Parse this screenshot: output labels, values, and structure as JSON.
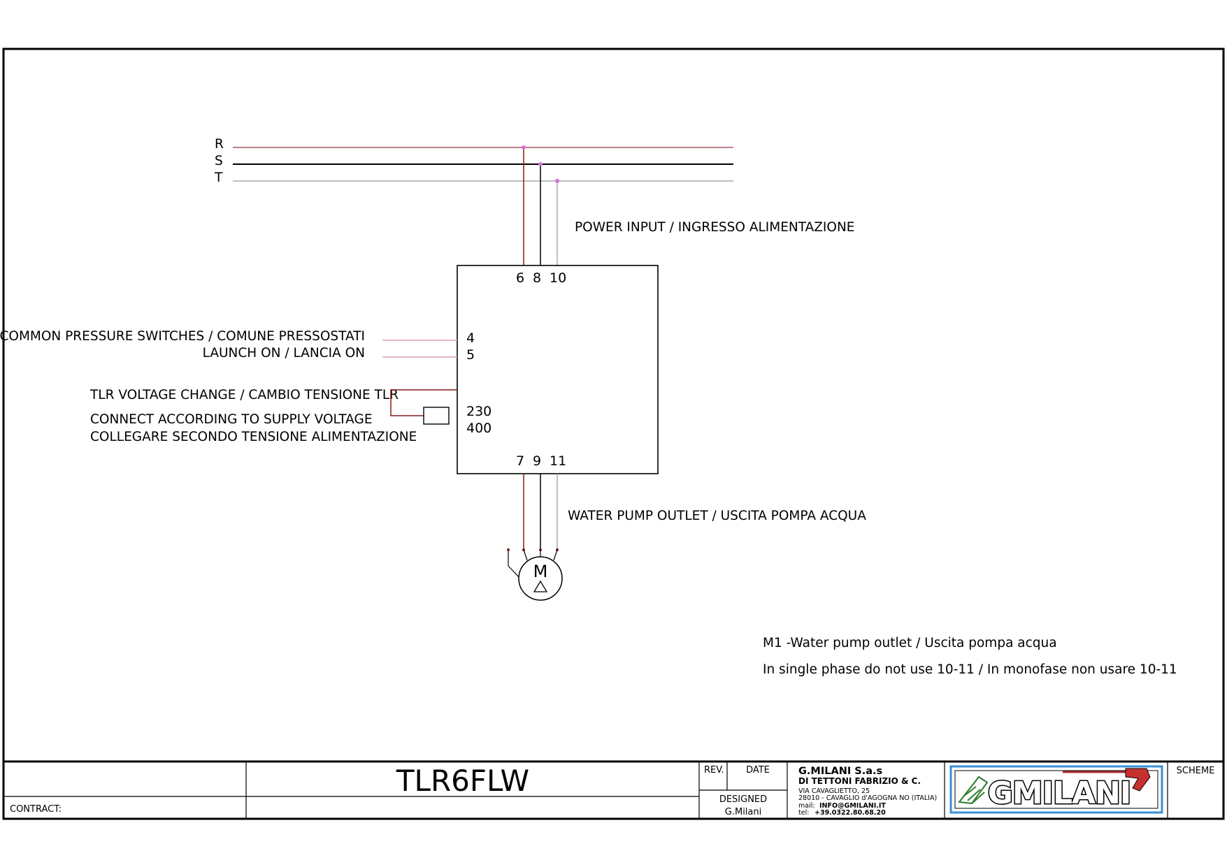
{
  "colors": {
    "phase_r": "#a05a64",
    "phase_s": "#000000",
    "phase_t": "#a8a8a8",
    "junction": "#d870d8",
    "signal": "#e0a0b0",
    "dark_red": "#8b1a1a",
    "logo_frame": "#3a8fd8"
  },
  "phases": {
    "r": "R",
    "s": "S",
    "t": "T"
  },
  "labels": {
    "power_input": "POWER INPUT / INGRESSO ALIMENTAZIONE",
    "common_pressure": "COMMON PRESSURE SWITCHES / COMUNE PRESSOSTATI",
    "launch_on": "LAUNCH ON / LANCIA ON",
    "voltage_change": "TLR VOLTAGE CHANGE / CAMBIO TENSIONE TLR",
    "connect_en": "CONNECT ACCORDING TO SUPPLY VOLTAGE",
    "connect_it": "COLLEGARE SECONDO TENSIONE ALIMENTAZIONE",
    "water_pump_outlet": "WATER PUMP OUTLET / USCITA POMPA ACQUA"
  },
  "terminals": {
    "t6": "6",
    "t8": "8",
    "t10": "10",
    "t4": "4",
    "t5": "5",
    "v230": "230",
    "v400": "400",
    "t7": "7",
    "t9": "9",
    "t11": "11"
  },
  "motor": {
    "letter": "M"
  },
  "notes": {
    "m1": "M1 -Water pump outlet / Uscita pompa acqua",
    "single_phase": "In single phase do not use 10-11 / In monofase non usare 10-11"
  },
  "title_block": {
    "contract_label": "CONTRACT:",
    "drawing_title": "TLR6FLW",
    "rev_label": "REV.",
    "date_label": "DATE",
    "designed_label": "DESIGNED",
    "designed_by": "G.Milani",
    "company_name": "G.MILANI S.a.s",
    "company_sub": "DI TETTONI FABRIZIO & C.",
    "address_1": "VIA CAVAGLIETTO, 25",
    "address_2": "28010 - CAVAGLIO d'AGOGNA NO (ITALIA)",
    "mail_label": "mail:",
    "mail_value": "INFO@GMILANI.IT",
    "tel_label": "tel:",
    "tel_value": "+39.0322.80.68.20",
    "logo_text": "GMILANI",
    "scheme_label": "SCHEME"
  }
}
